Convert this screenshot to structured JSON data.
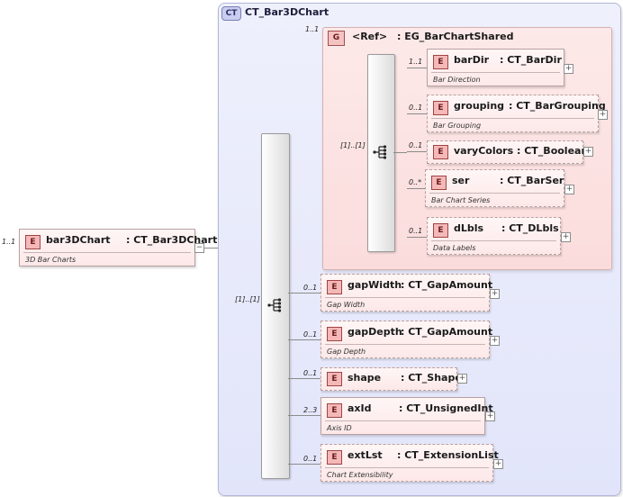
{
  "complex_type": {
    "badge": "CT",
    "name": "CT_Bar3DChart",
    "multiplicity": "1..1"
  },
  "root_element": {
    "badge": "E",
    "name": "bar3DChart",
    "type": ": CT_Bar3DChart",
    "doc": "3D Bar Charts",
    "multiplicity": "1..1",
    "expander": "−"
  },
  "group": {
    "badge": "G",
    "ref": "<Ref>",
    "name": ": EG_BarChartShared",
    "multiplicity": "[1]..[1]"
  },
  "outer_sequence": {
    "multiplicity": "[1]..[1]"
  },
  "group_elements": [
    {
      "name": "barDir",
      "type": ": CT_BarDir",
      "doc": "Bar Direction",
      "multiplicity": "1..1",
      "expander": "+"
    },
    {
      "name": "grouping",
      "type": ": CT_BarGrouping",
      "doc": "Bar Grouping",
      "multiplicity": "0..1",
      "expander": "+"
    },
    {
      "name": "varyColors",
      "type": ": CT_Boolean",
      "doc": "",
      "multiplicity": "0..1",
      "expander": "+"
    },
    {
      "name": "ser",
      "type": ": CT_BarSer",
      "doc": "Bar Chart Series",
      "multiplicity": "0..*",
      "expander": "+"
    },
    {
      "name": "dLbls",
      "type": ": CT_DLbls",
      "doc": "Data Labels",
      "multiplicity": "0..1",
      "expander": "+"
    }
  ],
  "elements": [
    {
      "name": "gapWidth",
      "type": ": CT_GapAmount",
      "doc": "Gap Width",
      "multiplicity": "0..1",
      "expander": "+"
    },
    {
      "name": "gapDepth",
      "type": ": CT_GapAmount",
      "doc": "Gap Depth",
      "multiplicity": "0..1",
      "expander": "+"
    },
    {
      "name": "shape",
      "type": ": CT_Shape",
      "doc": "",
      "multiplicity": "0..1",
      "expander": "+"
    },
    {
      "name": "axId",
      "type": ": CT_UnsignedInt",
      "doc": "Axis ID",
      "multiplicity": "2..3",
      "expander": "+"
    },
    {
      "name": "extLst",
      "type": ": CT_ExtensionList",
      "doc": "Chart Extensibility",
      "multiplicity": "0..1",
      "expander": "+"
    }
  ],
  "element_badge": "E"
}
